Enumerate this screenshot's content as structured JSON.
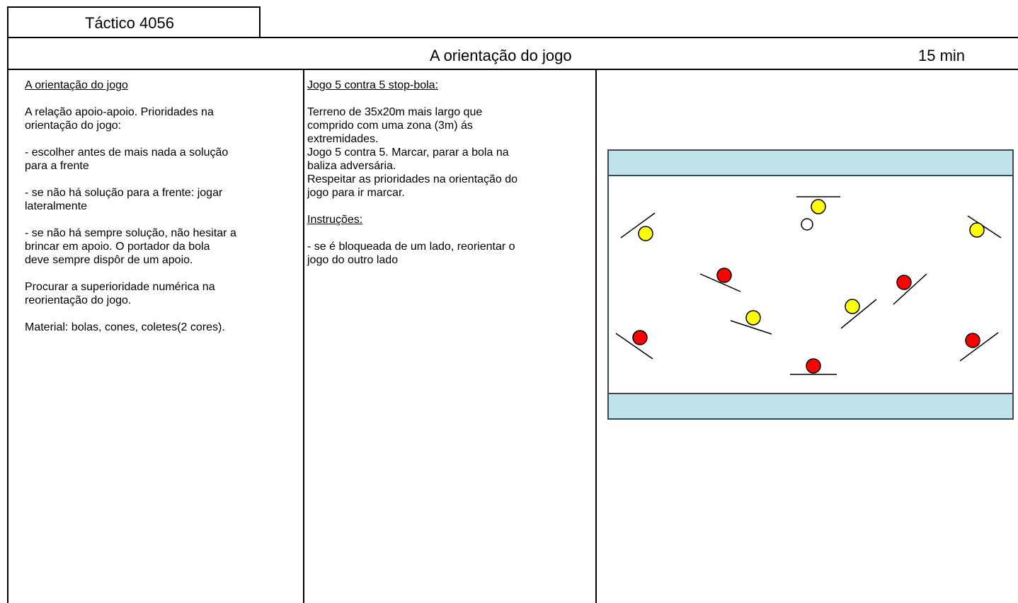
{
  "header": {
    "code": "Táctico 4056",
    "title": "A orientação do jogo",
    "duration": "15 min"
  },
  "left_column": {
    "heading": "A orientação do jogo",
    "intro": "A relação apoio-apoio. Prioridades na\norientação do jogo:",
    "point1": "- escolher antes de mais nada a solução\npara a frente",
    "point2": "- se não há solução para a frente: jogar\nlateralmente",
    "point3": "- se não há sempre solução, não hesitar a\nbrincar em apoio. O portador da bola\ndeve sempre dispôr de um apoio.",
    "superiority": "Procurar a superioridade numérica na\nreorientação do jogo.",
    "material": "Material: bolas, cones, coletes(2 cores)."
  },
  "middle_column": {
    "heading": "Jogo 5 contra 5 stop-bola:",
    "description": "Terreno de 35x20m mais largo que\ncomprido com uma zona (3m) ás\nextremidades.\nJogo 5 contra 5. Marcar, parar a bola na\nbaliza adversária.\nRespeitar as prioridades na orientação do\njogo para ir marcar.",
    "instructions_heading": "Instruções:",
    "instruction1": "- se é bloqueada de um lado, reorientar o\njogo do outro lado"
  },
  "diagram": {
    "field_color": "#ffffff",
    "zone_color": "#bfe3e8",
    "yellow_color": "#ffff00",
    "red_color": "#ff0000"
  }
}
